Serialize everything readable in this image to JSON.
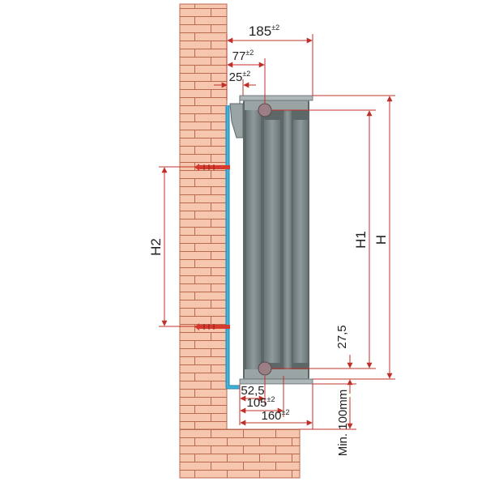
{
  "colors": {
    "brick": "#f6c7ae",
    "mortar": "#b86a4f",
    "pipe": "#3fb3dc",
    "radiator": "#7f8c8d",
    "radiator_dark": "#5d6768",
    "dim_red": "#c0302a",
    "anchor": "#d63a2f"
  },
  "labels": {
    "w185": "185",
    "w185_tol": "±2",
    "w77": "77",
    "w77_tol": "±2",
    "w25": "25",
    "w25_tol": "±2",
    "h1": "H1",
    "h": "H",
    "h2": "H2",
    "v27_5": "27,5",
    "w52_5": "52,5",
    "w105": "105",
    "w105_tol": "±2",
    "w160": "160",
    "w160_tol": "±2",
    "min_floor": "Min. 100mm"
  },
  "icons": {
    "anchor_top": "wall-anchor-icon",
    "anchor_bottom": "wall-anchor-icon"
  }
}
